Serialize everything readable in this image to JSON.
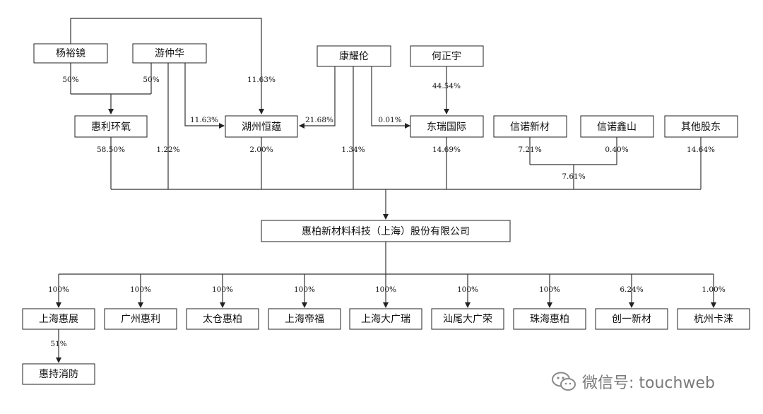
{
  "nodes": {
    "yang_yujing": "杨裕镜",
    "you_zhonghua": "游仲华",
    "kang_yaolun": "康耀伦",
    "he_zhengyu": "何正宇",
    "huili_huanyang": "惠利环氧",
    "huzhou_hengyun": "湖州恒蕴",
    "dongrui_guoji": "东瑞国际",
    "xinnuo_xincai": "信诺新材",
    "xinnuo_xinshan": "信诺鑫山",
    "other_holders": "其他股东",
    "company": "惠柏新材料科技（上海）股份有限公司",
    "sh_huizhan": "上海惠展",
    "gz_huili": "广州惠利",
    "tc_huibai": "太仓惠柏",
    "sh_difu": "上海帝福",
    "sh_daguangrui": "上海大广瑞",
    "sw_daguangrong": "汕尾大广荣",
    "zh_huibai": "珠海惠柏",
    "chuangyi_xincai": "创一新材",
    "hz_kalai": "杭州卡涞",
    "huichi_xiaofang": "惠持消防"
  },
  "labels": {
    "yang_to_huili": "50%",
    "you_to_huili": "50%",
    "yang_to_huzhou": "11.63%",
    "you_to_huzhou": "11.63%",
    "kang_to_huzhou": "21.68%",
    "kang_to_dongrui": "0.01%",
    "he_to_dongrui": "44.54%",
    "huili_to_company": "58.50%",
    "you_to_company": "1.22%",
    "huzhou_to_company": "2.00%",
    "kang_to_company": "1.34%",
    "dongrui_to_company": "14.69%",
    "xincai_share": "7.21%",
    "xinshan_share": "0.40%",
    "xinnuo_total": "7.61%",
    "other_to_company": "14.64%",
    "sub_huizhan": "100%",
    "sub_huili": "100%",
    "sub_taicang": "100%",
    "sub_difu": "100%",
    "sub_daguangrui": "100%",
    "sub_daguangrong": "100%",
    "sub_zhuhai": "100%",
    "sub_chuangyi": "6.24%",
    "sub_kalai": "1.00%",
    "huizhan_to_huichi": "51%"
  },
  "watermark": {
    "text": "微信号: touchweb",
    "icon": "wechat-icon"
  }
}
